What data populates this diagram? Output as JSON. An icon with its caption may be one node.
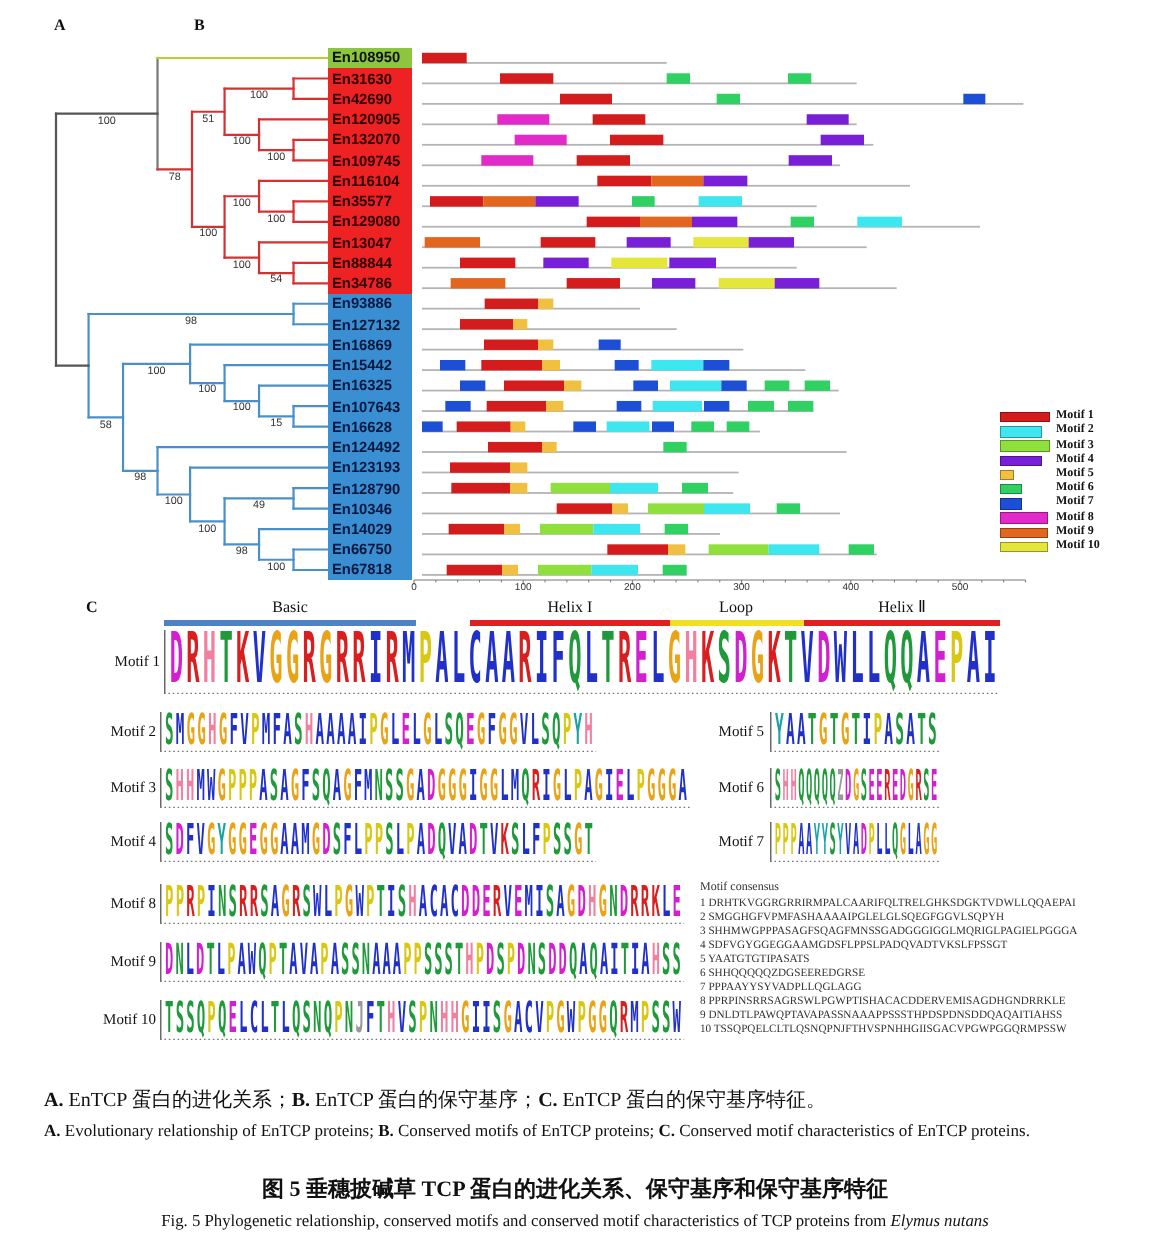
{
  "diagram": {
    "title": "图 5 垂穗披碱草 TCP 蛋白的进化关系、保守基序和保守基序特征",
    "caption": "Fig. 5 Phylogenetic relationship, conserved motifs and conserved motif characteristics of TCP proteins from *Elymus nutans*",
    "labels": [
      "A",
      "B",
      "100",
      "100",
      "51",
      "100",
      "100",
      "78",
      "100",
      "100",
      "100",
      "100",
      "54",
      "98",
      "100",
      "100",
      "100",
      "58",
      "15",
      "98",
      "100",
      "49",
      "100",
      "98",
      "100",
      "En108950",
      "En31630",
      "En42690",
      "En120905",
      "En132070",
      "En109745",
      "En116104",
      "En35577",
      "En129080",
      "En13047",
      "En88844",
      "En34786",
      "En93886",
      "En127132",
      "En16869",
      "En15442",
      "En16325",
      "En107643",
      "En16628",
      "En124492",
      "En123193",
      "En128790",
      "En10346",
      "En14029",
      "En66750",
      "En67818",
      "0",
      "100",
      "200",
      "300",
      "400",
      "500",
      "C",
      "Basic",
      "Helix I",
      "Loop",
      "Helix Ⅱ",
      "Motif 1",
      "DRHTKVGGRGRRIRMPALCAARIFQLTRELGHKSDGKTVDWLLQQAEPAI",
      "Motif 2",
      "SMGGHGFVPMFASHAAAAIPGLELGLSQEGFGGVLSQPYH",
      "Motif 5",
      "YAATGTGTIPASATS",
      "Motif 3",
      "SHHMWGPPPASAGFSQAGFMNSSGADGGGIGGLMQRIGLPAGIELPGGGA",
      "Motif 6",
      "SHHQQQQQZDGSEEREDGRSE",
      "Motif 4",
      "SDFVGYGGEGGAAMGDSFLPPSLPADQVADTVKSLFPSSGT",
      "Motif 7",
      "PPPAAYYSYVADPLLQGLAGG",
      "Motif 8",
      "PPRPINSRRSAGRSWLPGWPTISHACACDDERVEMISAGDHGNDRRKLE",
      "Motif consensus",
      "1 DRHTKVGGRGRRIRMPALCAARIFQLTRELGHKSDGKTVDWLLQQAEPAI",
      "2 SMGGHGFVPMFASHAAAAIPGLELGLSQEGFGGVLSQPYH",
      "3 SHHMWGPPPASAGFSQAGFMNSSGADGGGIGGLMQRIGLPAGIELPGGGA",
      "4 SDFVGYGGEGGAAMGDSFLPPSLPADQVADTVKSLFPSSGT",
      "5 YAATGTGTIPASATS",
      "6 SHHQQQQQZDGSEEREDGRSE",
      "7 PPPAAYYSYVADPLLQGLAGG",
      "8 PPRPINSRRSAGRSWLPGWPTISHACACDDERVEMISAGDHGNDRRKLE",
      "9 DNLDTLPAWQPTAVAPASSNAAAPPSSSTHPDSPDNSDDQAQAITIAHSS",
      "10 TSSQPQELCLTLQSNQPNJFTHVSPNHHGIISGACVPGWPGGQRMPSSW",
      "Motif 9",
      "DNLDTLPAWQPTAVAPASSNAAAPPSSSTHPDSPDNSDDQAQAITIAHSS",
      "Motif 10",
      "TSSQPQELCLTLQSNQPNJFTHVSPNHHGIISGACVPGWPGGQRMPSSW",
      "**A.** EnTCP 蛋白的进化关系；**B.** EnTCP 蛋白的保守基序；**C.** EnTCP 蛋白的保守基序特征。",
      "**A.** Evolutionary relationship of EnTCP proteins; **B.** Conserved motifs of EnTCP proteins; **C.** Conserved motif characteristics of EnTCP proteins."
    ],
    "legend": [
      {
        "text": "Motif 1",
        "color": "#d41c1c"
      },
      {
        "text": "Motif 2",
        "color": "#3ee6ef"
      },
      {
        "text": "Motif 3",
        "color": "#8fe03c"
      },
      {
        "text": "Motif 4",
        "color": "#7a1fd8"
      },
      {
        "text": "Motif 5",
        "color": "#f2c040"
      },
      {
        "text": "Motif 6",
        "color": "#2ed162"
      },
      {
        "text": "Motif 7",
        "color": "#1c4fd6"
      },
      {
        "text": "Motif 8",
        "color": "#e22ac8"
      },
      {
        "text": "Motif 9",
        "color": "#e2661e"
      },
      {
        "text": "Motif 10",
        "color": "#e4e63a"
      }
    ]
  }
}
